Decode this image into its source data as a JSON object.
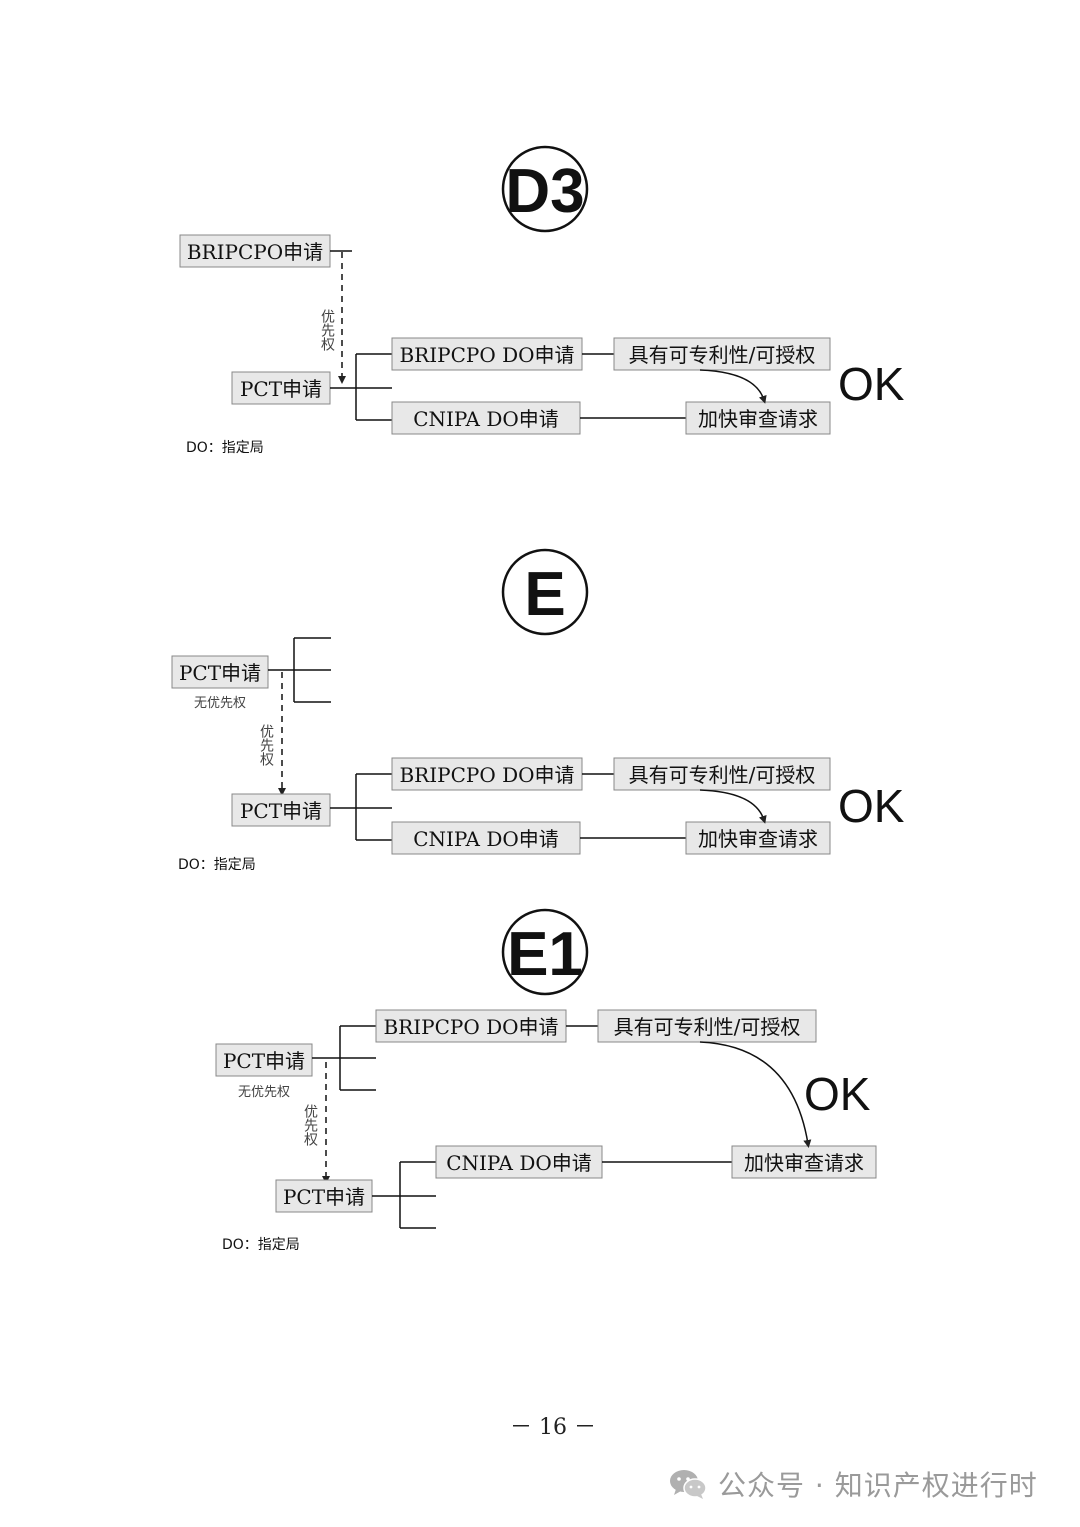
{
  "sections": [
    {
      "badge": "D3",
      "sources": [
        {
          "label": "BRIPCPO申请",
          "note": ""
        },
        {
          "label": "PCT申请",
          "note": ""
        }
      ],
      "priority_label": "优先权",
      "do_top": "BRIPCPO DO申请",
      "do_bottom": "CNIPA DO申请",
      "result_top": "具有可专利性/可授权",
      "result_bottom": "加快审查请求",
      "ok": "OK",
      "footnote": "DO：指定局"
    },
    {
      "badge": "E",
      "sources": [
        {
          "label": "PCT申请",
          "note": "无优先权"
        },
        {
          "label": "PCT申请",
          "note": ""
        }
      ],
      "priority_label": "优先权",
      "do_top": "BRIPCPO DO申请",
      "do_bottom": "CNIPA DO申请",
      "result_top": "具有可专利性/可授权",
      "result_bottom": "加快审查请求",
      "ok": "OK",
      "footnote": "DO：指定局"
    },
    {
      "badge": "E1",
      "sources": [
        {
          "label": "PCT申请",
          "note": "无优先权"
        },
        {
          "label": "PCT申请",
          "note": ""
        }
      ],
      "priority_label": "优先权",
      "do_top": "BRIPCPO DO申请",
      "do_bottom": "CNIPA DO申请",
      "result_top": "具有可专利性/可授权",
      "result_bottom": "加快审查请求",
      "ok": "OK",
      "footnote": "DO：指定局"
    }
  ],
  "page_number": "－ 16 －",
  "footer": {
    "icon": "wechat-icon",
    "text": "公众号 · 知识产权进行时"
  }
}
